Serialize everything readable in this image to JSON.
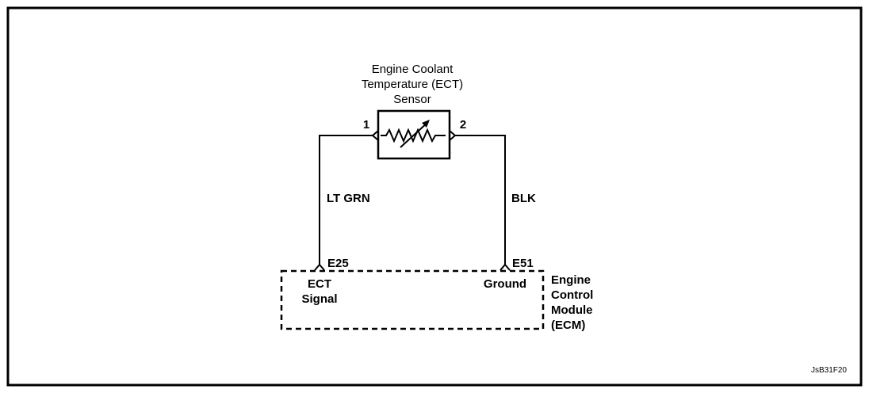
{
  "sensor": {
    "title_lines": [
      "Engine Coolant",
      "Temperature (ECT)",
      "Sensor"
    ],
    "pin_left": "1",
    "pin_right": "2"
  },
  "wires": {
    "left_color": "LT GRN",
    "right_color": "BLK"
  },
  "connectors": {
    "left_id": "E25",
    "right_id": "E51"
  },
  "module": {
    "left_signal_lines": [
      "ECT",
      "Signal"
    ],
    "right_signal": "Ground",
    "name_lines": [
      "Engine",
      "Control",
      "Module",
      "(ECM)"
    ]
  },
  "figure_id": "JsB31F20"
}
